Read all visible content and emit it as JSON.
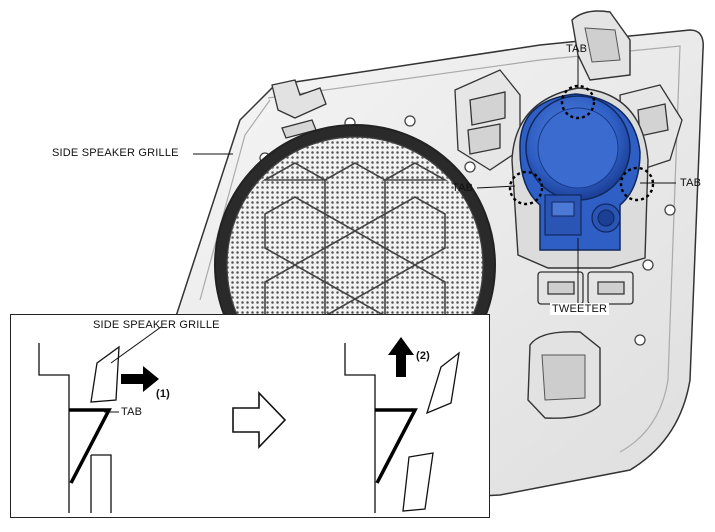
{
  "labels": {
    "side_speaker_grille": "SIDE SPEAKER GRILLE",
    "tab_top": "TAB",
    "tab_left": "TAB",
    "tab_right": "TAB",
    "tweeter": "TWEETER"
  },
  "inset": {
    "side_speaker_grille": "SIDE SPEAKER GRILLE",
    "tab": "TAB",
    "step_1": "(1)",
    "step_2": "(2)"
  },
  "colors": {
    "tweeter_blue": "#2f5fc4",
    "tweeter_dark": "#1c3f96",
    "panel_gray": "#e9e9e9",
    "outline": "#222222"
  },
  "icons": {
    "direction_arrow": "right-outline-arrow-icon",
    "push_right": "arrow-right-icon",
    "push_up": "arrow-up-icon"
  }
}
